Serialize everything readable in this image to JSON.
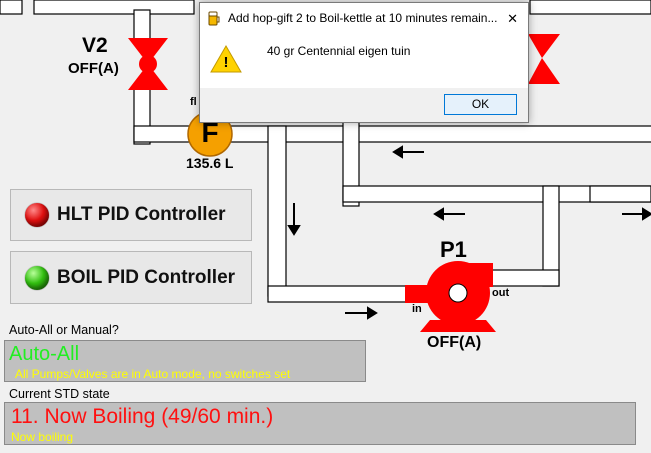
{
  "diagram": {
    "valve_v2": {
      "name": "V2",
      "state": "OFF(A)"
    },
    "flow_meter": {
      "symbol": "F",
      "reading": "135.6 L",
      "partial_label": "fl"
    },
    "pump_p1": {
      "name": "P1",
      "state": "OFF(A)",
      "in_label": "in",
      "out_label": "out"
    }
  },
  "controllers": {
    "hlt": {
      "label": "HLT PID Controller",
      "led": "red"
    },
    "boil": {
      "label": "BOIL PID Controller",
      "led": "green"
    }
  },
  "mode": {
    "title": "Auto-All or Manual?",
    "value": "Auto-All",
    "subtext": "All Pumps/Valves are in Auto mode, no switches set"
  },
  "std_state": {
    "title": "Current STD state",
    "value": "11. Now Boiling (49/60 min.)",
    "subtext": "Now boiling"
  },
  "dialog": {
    "title": "Add hop-gift 2 to Boil-kettle at 10 minutes remain...",
    "message": "40 gr Centennial eigen tuin",
    "ok_label": "OK",
    "close_glyph": "✕",
    "warning_glyph": "!"
  },
  "colors": {
    "valve_red": "#ff0000",
    "flow_orange": "#f5a000",
    "mode_green": "#22ee22",
    "state_red": "#ff1010",
    "subtext_yellow": "#ffff00",
    "panel_gray": "#c0c0c0"
  }
}
